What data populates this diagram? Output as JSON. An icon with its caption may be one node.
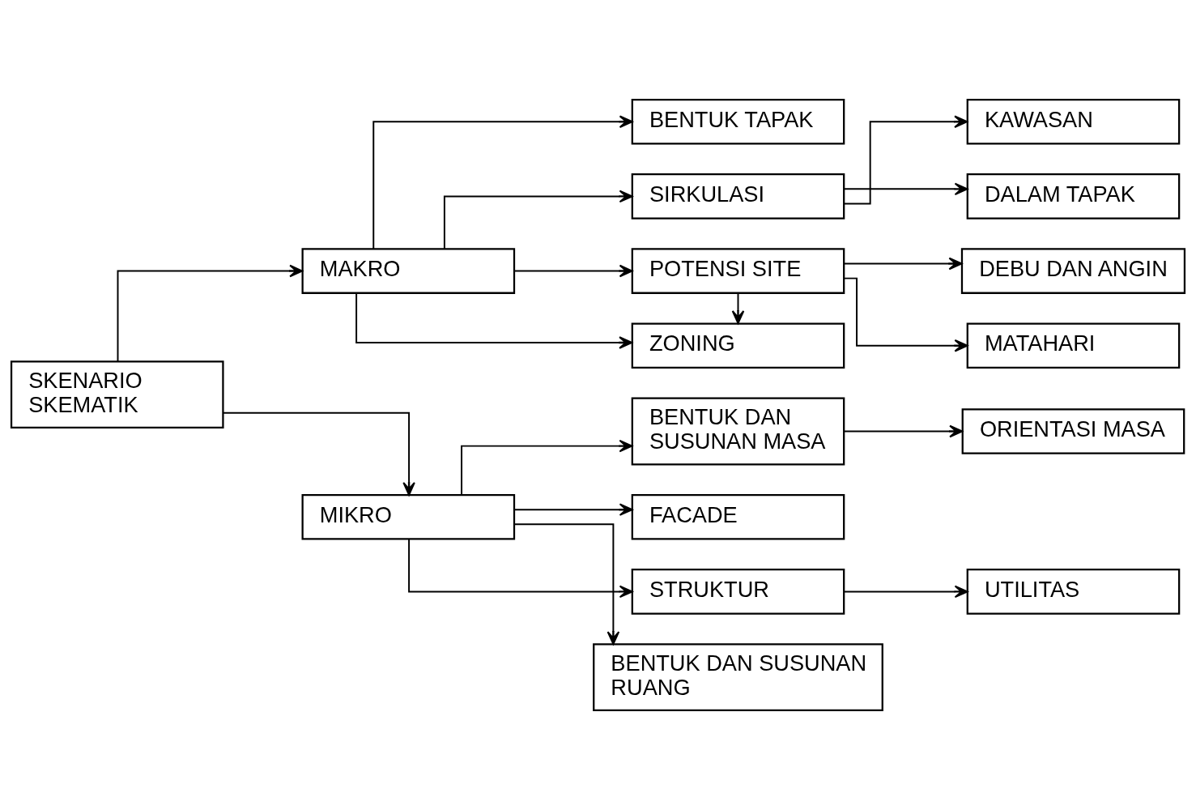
{
  "diagram": {
    "nodes": [
      {
        "text": [
          "SKENARIO SKEMATIK"
        ]
      },
      {
        "text": [
          "MAKRO"
        ]
      },
      {
        "text": [
          "MIKRO"
        ]
      },
      {
        "text": [
          "BENTUK TAPAK"
        ]
      },
      {
        "text": [
          "SIRKULASI"
        ]
      },
      {
        "text": [
          "POTENSI SITE"
        ]
      },
      {
        "text": [
          "ZONING"
        ]
      },
      {
        "text": [
          "BENTUK DAN SUSUNAN MASA"
        ]
      },
      {
        "text": [
          "FACADE"
        ]
      },
      {
        "text": [
          "STRUKTUR"
        ]
      },
      {
        "text": [
          "BENTUK DAN SUSUNAN RUANG"
        ]
      },
      {
        "text": [
          "KAWASAN"
        ]
      },
      {
        "text": [
          "DALAM TAPAK"
        ]
      },
      {
        "text": [
          "DEBU DAN ANGIN"
        ]
      },
      {
        "text": [
          "MATAHARI"
        ]
      },
      {
        "text": [
          "ORIENTASI MASA"
        ]
      },
      {
        "text": [
          "UTILITAS"
        ]
      }
    ],
    "edges": [
      {
        "from": 0,
        "to": 1,
        "arrow": "to"
      },
      {
        "from": 0,
        "to": 2,
        "arrow": "to"
      },
      {
        "from": 1,
        "to": 3,
        "arrow": "to"
      },
      {
        "from": 1,
        "to": 4,
        "arrow": "to"
      },
      {
        "from": 1,
        "to": 5,
        "arrow": "to"
      },
      {
        "from": 1,
        "to": 6,
        "arrow": "to"
      },
      {
        "from": 2,
        "to": 7,
        "arrow": "to"
      },
      {
        "from": 2,
        "to": 8,
        "arrow": "to"
      },
      {
        "from": 2,
        "to": 9,
        "arrow": "to"
      },
      {
        "from": 2,
        "to": 10,
        "arrow": "to"
      },
      {
        "from": 4,
        "to": 11,
        "arrow": "to"
      },
      {
        "from": 4,
        "to": 12,
        "arrow": "to"
      },
      {
        "from": 5,
        "to": 13,
        "arrow": "to"
      },
      {
        "from": 5,
        "to": 6,
        "arrow": "to"
      },
      {
        "from": 5,
        "to": 14,
        "arrow": "to"
      },
      {
        "from": 7,
        "to": 15,
        "arrow": "to"
      },
      {
        "from": 9,
        "to": 16,
        "arrow": "to"
      }
    ]
  }
}
